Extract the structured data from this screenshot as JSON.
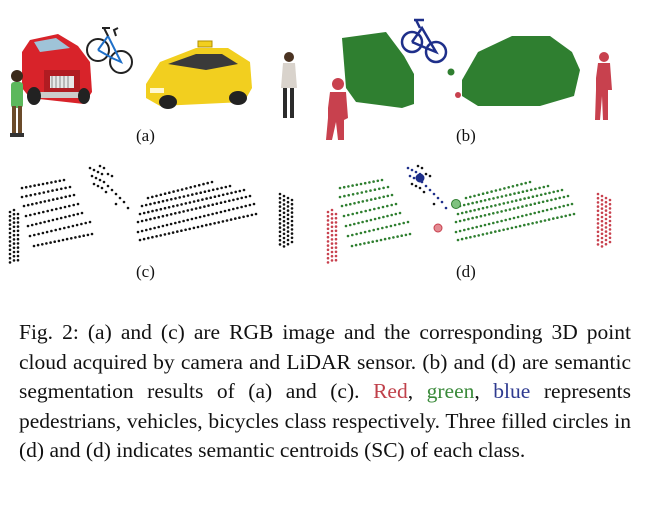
{
  "figure": {
    "labels": {
      "a": "(a)",
      "b": "(b)",
      "c": "(c)",
      "d": "(d)"
    },
    "colors": {
      "pedestrian": "#c8414e",
      "vehicle": "#2f7f30",
      "bicycle": "#1e2f8a",
      "taxi_yellow": "#f2cf1f",
      "truck_red": "#d8232a",
      "points_black": "#111111"
    }
  },
  "caption": {
    "part1": "Fig. 2: (a) and (c) are RGB image and the corresponding 3D point cloud acquired by camera and LiDAR sensor. (b) and (d) are semantic segmentation results of (a) and (c).",
    "red": "Red",
    "sep1": ", ",
    "green": "green",
    "sep2": ", ",
    "blue": "blue",
    "part2": " represents pedestrians, vehicles, bicycles class respectively. Three filled circles in (d) and (d) indicates semantic centroids (SC) of each class."
  }
}
